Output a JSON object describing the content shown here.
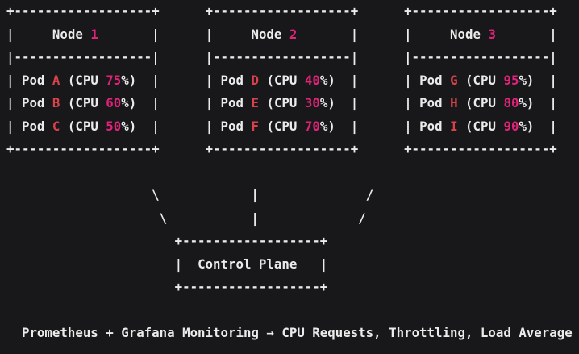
{
  "theme": {
    "background": "#18181a",
    "text": "#ebebeb",
    "pod_letter": "#d8434b",
    "number": "#e02278"
  },
  "cluster": {
    "pod_label": "Pod",
    "cpu_label": "CPU",
    "nodes": [
      {
        "label": "Node",
        "number": "1",
        "pods": [
          {
            "id": "A",
            "cpu": "75"
          },
          {
            "id": "B",
            "cpu": "60"
          },
          {
            "id": "C",
            "cpu": "50"
          }
        ]
      },
      {
        "label": "Node",
        "number": "2",
        "pods": [
          {
            "id": "D",
            "cpu": "40"
          },
          {
            "id": "E",
            "cpu": "30"
          },
          {
            "id": "F",
            "cpu": "70"
          }
        ]
      },
      {
        "label": "Node",
        "number": "3",
        "pods": [
          {
            "id": "G",
            "cpu": "95"
          },
          {
            "id": "H",
            "cpu": "80"
          },
          {
            "id": "I",
            "cpu": "90"
          }
        ]
      }
    ]
  },
  "control_plane": {
    "label": "Control Plane"
  },
  "footer": {
    "text": "Prometheus + Grafana Monitoring → CPU Requests, Throttling, Load Average"
  }
}
